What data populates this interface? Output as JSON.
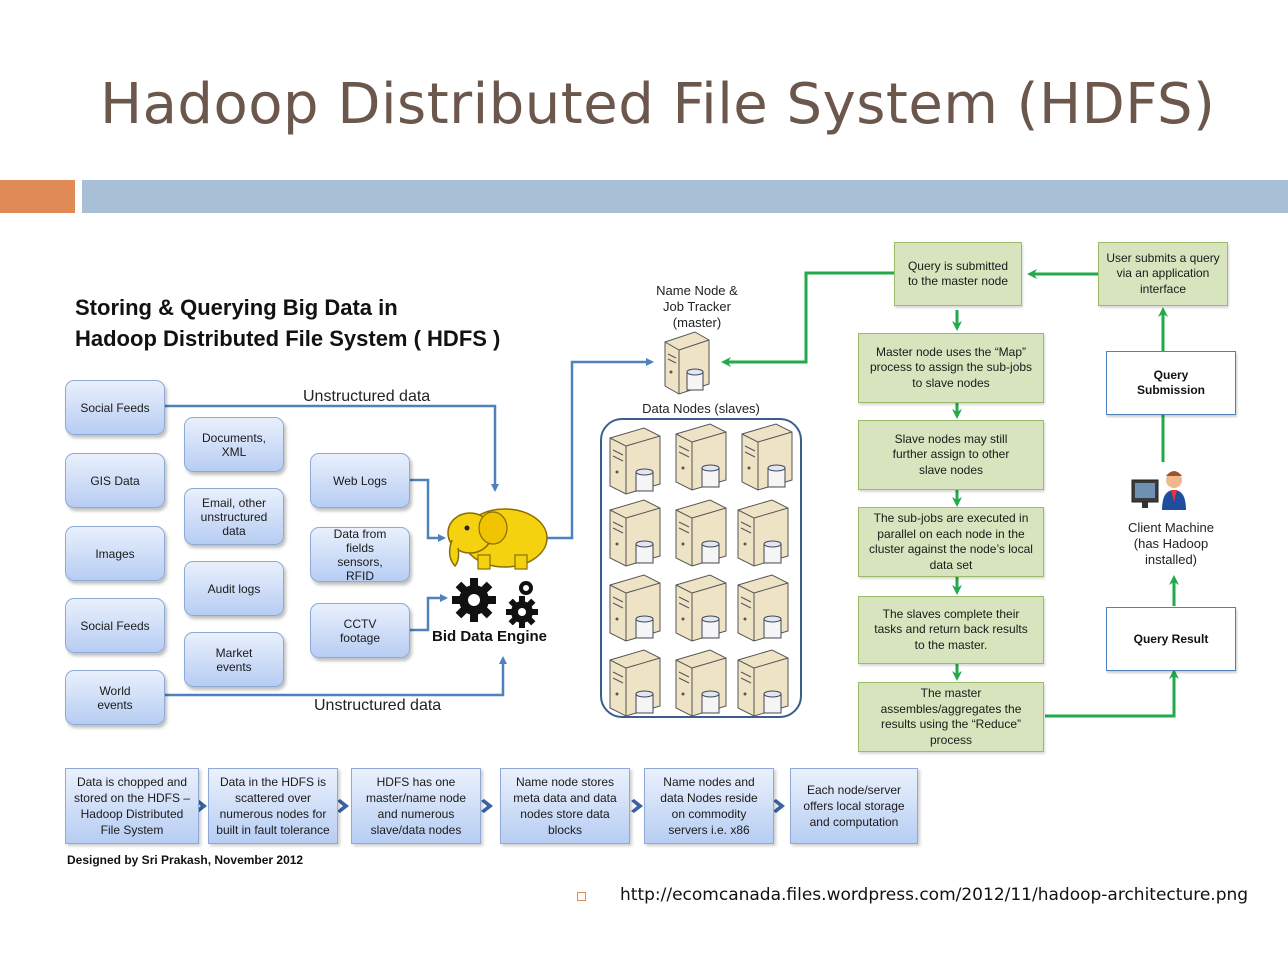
{
  "slide": {
    "title": "Hadoop Distributed File System (HDFS)",
    "source_url": "http://ecomcanada.files.wordpress.com/2012/11/hadoop-architecture.png"
  },
  "diagram": {
    "heading_line1": "Storing & Querying Big Data in",
    "heading_line2": "Hadoop Distributed File System ( HDFS )",
    "unstructured_top": "Unstructured data",
    "unstructured_bottom": "Unstructured data",
    "engine_label": "Bid Data  Engine",
    "name_node_label": [
      "Name Node &",
      "Job Tracker",
      "(master)"
    ],
    "data_nodes_label": "Data Nodes (slaves)",
    "client_label": [
      "Client Machine",
      "(has Hadoop",
      "installed)"
    ],
    "credit": "Designed by Sri Prakash, November 2012",
    "sources_col1": [
      "Social Feeds",
      "GIS Data",
      "Images",
      "Social Feeds",
      "World events"
    ],
    "sources_col2": [
      "Documents, XML",
      "Email, other unstructured data",
      "Audit logs",
      "Market events"
    ],
    "sources_col3": [
      "Web Logs",
      "Data from fields sensors, RFID",
      "CCTV footage"
    ],
    "flow_green": [
      "Query is submitted  to the master node",
      "Master node uses the “Map” process to assign the sub-jobs  to slave nodes",
      "Slave nodes may still further assign to other slave nodes",
      "The sub-jobs are executed in parallel  on each node in the cluster against the node’s local data set",
      "The slaves complete their tasks and return back results to the master.",
      "The master assembles/aggregates the results using the “Reduce” process"
    ],
    "user_submits": "User submits a query via an application interface",
    "query_submission": "Query Submission",
    "query_result": "Query Result",
    "bottom_steps": [
      "Data is chopped and stored on the HDFS – Hadoop Distributed File System",
      "Data in the HDFS is scattered over numerous nodes for built in fault tolerance",
      "HDFS has one master/name node and numerous slave/data nodes",
      "Name node stores meta data and data nodes store data blocks",
      "Name nodes and data Nodes reside on commodity servers i.e. x86",
      "Each node/server offers local storage and computation"
    ]
  },
  "colors": {
    "title": "#6b574c",
    "accent_orange": "#e08a55",
    "accent_blue_bar": "#a9bfd6",
    "arrow_blue": "#4f81bd",
    "arrow_green": "#22a94a",
    "green_box": "#d7e4bd",
    "hadoop_yellow": "#f5d20f"
  }
}
